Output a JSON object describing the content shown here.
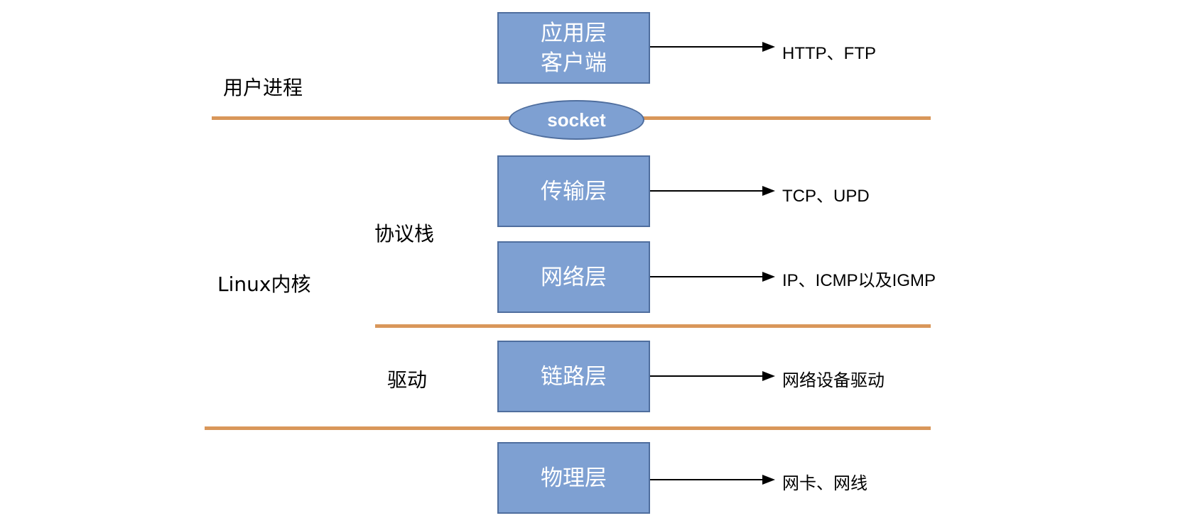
{
  "regions": {
    "user_process": "用户进程",
    "linux_kernel": "Linux内核",
    "protocol_stack": "协议栈",
    "driver": "驱动"
  },
  "socket": {
    "label": "socket"
  },
  "layers": {
    "application": {
      "line1": "应用层",
      "line2": "客户端",
      "protocols": "HTTP、FTP"
    },
    "transport": {
      "label": "传输层",
      "protocols": "TCP、UPD"
    },
    "network": {
      "label": "网络层",
      "protocols": "IP、ICMP以及IGMP"
    },
    "link": {
      "label": "链路层",
      "protocols": "网络设备驱动"
    },
    "physical": {
      "label": "物理层",
      "protocols": "网卡、网线"
    }
  },
  "colors": {
    "box_fill": "#7EA0D2",
    "box_border": "#4F6E9E",
    "divider": "#D9975A",
    "text": "#000000"
  }
}
